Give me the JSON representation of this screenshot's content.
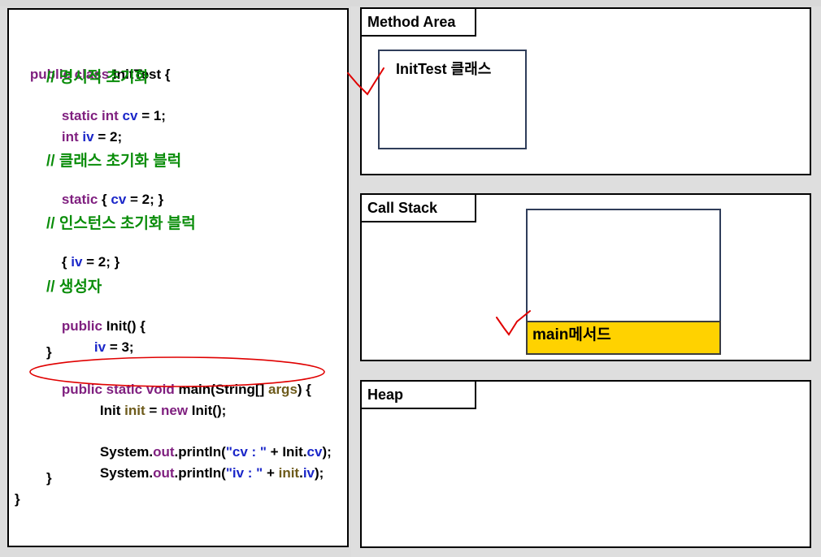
{
  "code": {
    "line1": {
      "kw": "public class",
      "rest": " InitTest {"
    },
    "comment1": "// 명시적 초기화",
    "line2": {
      "kw": "static int",
      "var": "cv",
      "rest": " = 1;"
    },
    "line3": {
      "kw": "int",
      "var": "iv",
      "rest": " = 2;"
    },
    "comment2": "// 클래스 초기화 블럭",
    "line4": {
      "kw": "static",
      "a": " { ",
      "var": "cv",
      "rest": " = 2; }"
    },
    "comment3": "// 인스턴스 초기화 블럭",
    "line5": {
      "a": "{ ",
      "var": "iv",
      "rest": " = 2; }"
    },
    "comment4": "// 생성자",
    "line6": {
      "kw": "public",
      "rest": " Init() {"
    },
    "line7": {
      "var": "iv",
      "rest": " = 3;"
    },
    "line8": "}",
    "line9": {
      "kw": "public static void",
      "a": " main(String[] ",
      "obj": "args",
      "rest": ") {"
    },
    "line10": {
      "a": "Init ",
      "obj": "init",
      "b": " = ",
      "kw": "new",
      "rest": " Init();"
    },
    "line11": {
      "a": "System.",
      "out": "out",
      "b": ".println(",
      "str": "\"cv : \"",
      "c": " + Init.",
      "var": "cv",
      "rest": ");"
    },
    "line12": {
      "a": "System.",
      "out": "out",
      "b": ".println(",
      "str": "\"iv : \"",
      "c": " + ",
      "obj": "init",
      "d": ".",
      "var": "iv",
      "rest": ");"
    },
    "line13": "}",
    "line14": "}"
  },
  "memory": {
    "method_area": {
      "title": "Method Area",
      "class_box": "InitTest 클래스"
    },
    "call_stack": {
      "title": "Call Stack",
      "frame": "main메서드"
    },
    "heap": {
      "title": "Heap"
    }
  },
  "colors": {
    "keyword": "#7f1f7f",
    "variable": "#1b27c9",
    "comment": "#0a8d0a",
    "object": "#6d5a1a",
    "frame_fill": "#ffd200",
    "annotation": "#e00000"
  }
}
